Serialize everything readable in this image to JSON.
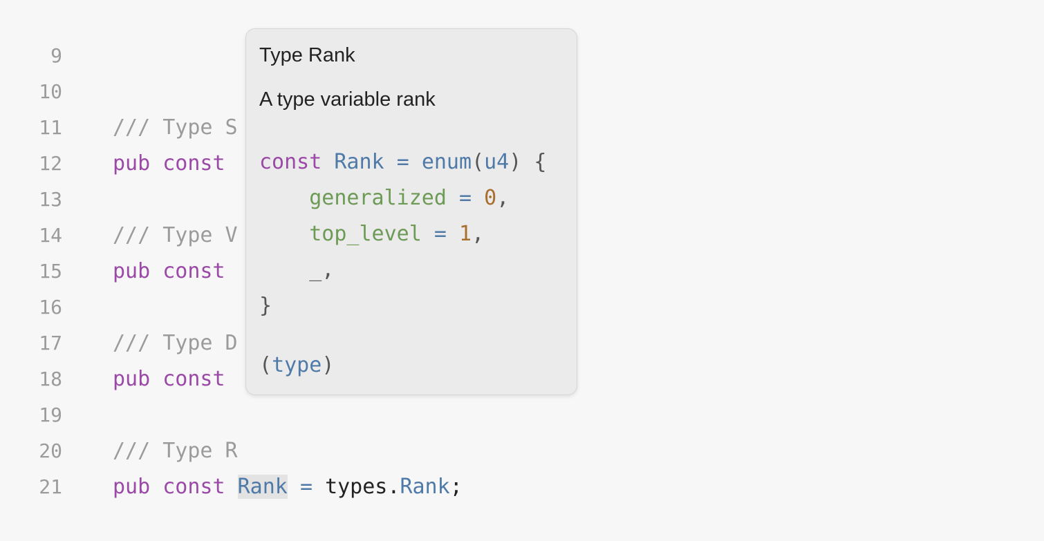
{
  "editor": {
    "lines": [
      {
        "num": "9"
      },
      {
        "num": "10",
        "comment": "/// Type S"
      },
      {
        "num": "11",
        "pub": "pub",
        "const": "const"
      },
      {
        "num": "12"
      },
      {
        "num": "13",
        "comment": "/// Type V"
      },
      {
        "num": "14",
        "pub": "pub",
        "const": "const"
      },
      {
        "num": "15"
      },
      {
        "num": "16",
        "comment": "/// Type D"
      },
      {
        "num": "17",
        "pub": "pub",
        "const": "const"
      },
      {
        "num": "18"
      },
      {
        "num": "19",
        "comment": "/// Type R"
      },
      {
        "num": "20",
        "pub": "pub",
        "const": "const",
        "name": "Rank",
        "eq": "=",
        "module": "types",
        "dot": ".",
        "member": "Rank",
        "semi": ";"
      },
      {
        "num": "21"
      }
    ]
  },
  "tooltip": {
    "title": "Type Rank",
    "description": "A type variable rank",
    "code": {
      "line1": {
        "kw": "const",
        "name": "Rank",
        "eq": "=",
        "fn": "enum",
        "lparen": "(",
        "arg": "u4",
        "rparen": ")",
        "brace": "{"
      },
      "line2": {
        "field": "generalized",
        "eq": "=",
        "value": "0",
        "comma": ","
      },
      "line3": {
        "field": "top_level",
        "eq": "=",
        "value": "1",
        "comma": ","
      },
      "line4": {
        "text": "_,"
      },
      "line5": {
        "text": "}"
      }
    },
    "kind": {
      "lparen": "(",
      "word": "type",
      "rparen": ")"
    }
  },
  "colors": {
    "keyword": "#9a4aa6",
    "comment": "#9b9b9b",
    "type": "#4f7aa8",
    "field": "#6d9b56",
    "number": "#a8702e",
    "background": "#f7f7f7",
    "tooltip_bg": "#ebebeb"
  }
}
